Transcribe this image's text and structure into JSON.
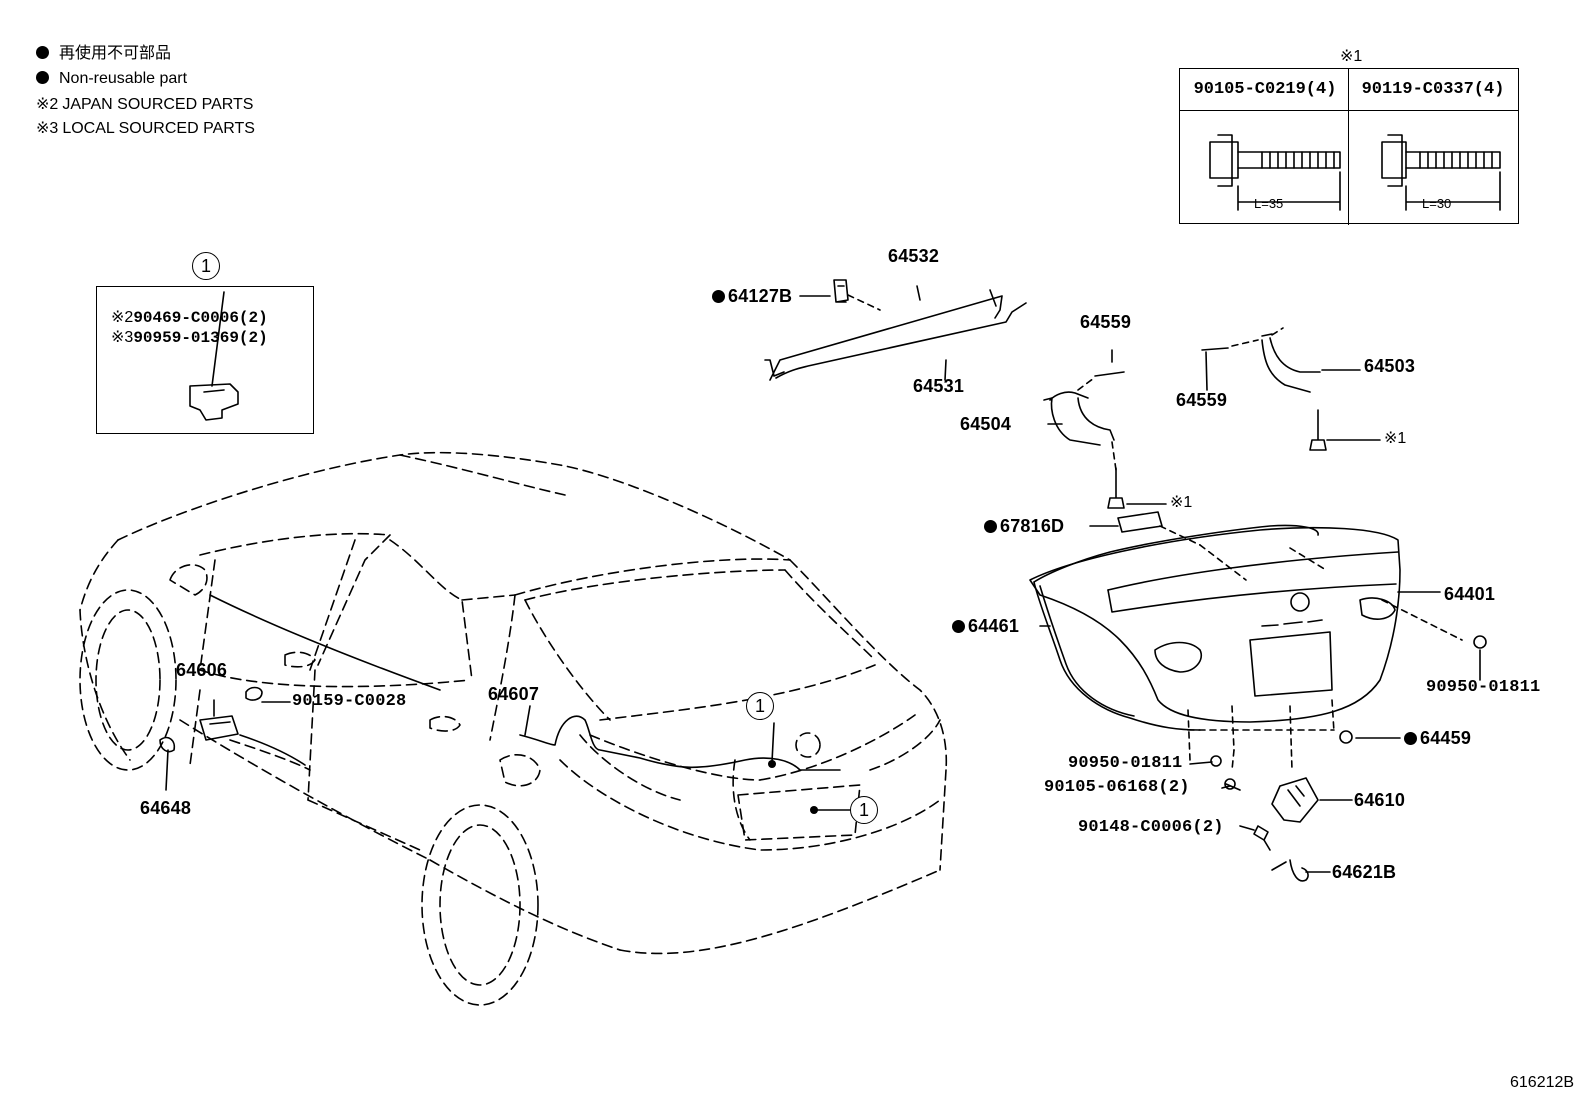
{
  "legend": {
    "line1": "再使用不可部品",
    "line2": "Non-reusable part",
    "line3_mark": "※2",
    "line3": "JAPAN SOURCED PARTS",
    "line4_mark": "※3",
    "line4": "LOCAL SOURCED PARTS"
  },
  "bolt_table": {
    "mark": "※1",
    "col1_part": "90105-C0219(4)",
    "col1_length": "L=35",
    "col2_part": "90119-C0337(4)",
    "col2_length": "L=30"
  },
  "inset": {
    "callout": "1",
    "row1_mark": "※2",
    "row1_part": "90469-C0006(2)",
    "row2_mark": "※3",
    "row2_part": "90959-01369(2)"
  },
  "callout_number": "1",
  "parts": {
    "p64532": "64532",
    "p64127B": "64127B",
    "p64531": "64531",
    "p64559a": "64559",
    "p64559b": "64559",
    "p64503": "64503",
    "p64504": "64504",
    "ref1a": "※1",
    "ref1b": "※1",
    "p67816D": "67816D",
    "p64401": "64401",
    "p64461": "64461",
    "p90950a": "90950-01811",
    "p64459": "64459",
    "p90950b": "90950-01811",
    "p90105": "90105-06168(2)",
    "p64610": "64610",
    "p90148": "90148-C0006(2)",
    "p64621B": "64621B",
    "p64606": "64606",
    "p90159": "90159-C0028",
    "p64607": "64607",
    "p64648": "64648"
  },
  "figure_code": "616212B"
}
